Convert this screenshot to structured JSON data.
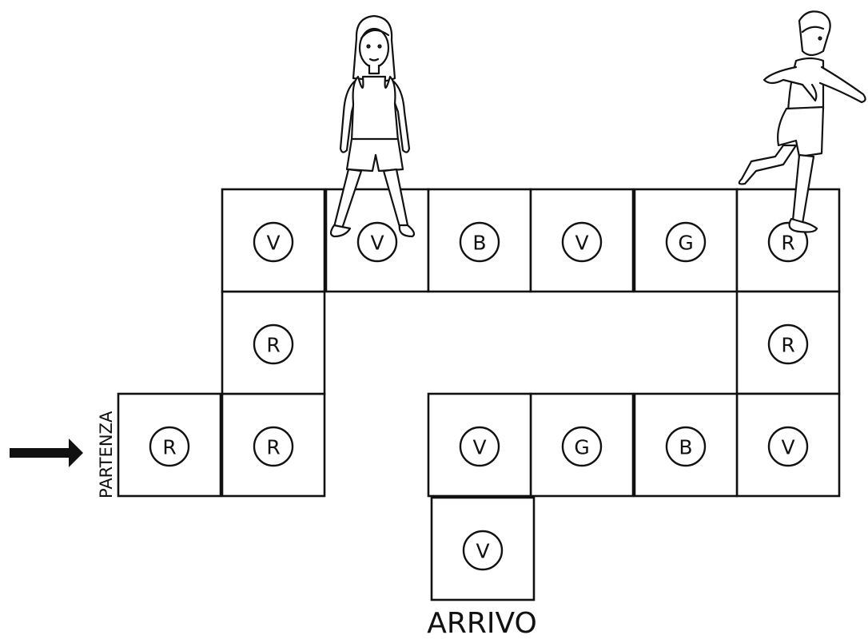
{
  "board": {
    "start_label": "PARTENZA",
    "end_label": "ARRIVO",
    "cells": [
      {
        "letter": "R"
      },
      {
        "letter": "R"
      },
      {
        "letter": "R"
      },
      {
        "letter": "V"
      },
      {
        "letter": "V"
      },
      {
        "letter": "B"
      },
      {
        "letter": "V"
      },
      {
        "letter": "G"
      },
      {
        "letter": "R"
      },
      {
        "letter": "R"
      },
      {
        "letter": "V"
      },
      {
        "letter": "B"
      },
      {
        "letter": "G"
      },
      {
        "letter": "V"
      },
      {
        "letter": "V"
      }
    ]
  },
  "figures": [
    {
      "name": "girl"
    },
    {
      "name": "boy"
    }
  ]
}
